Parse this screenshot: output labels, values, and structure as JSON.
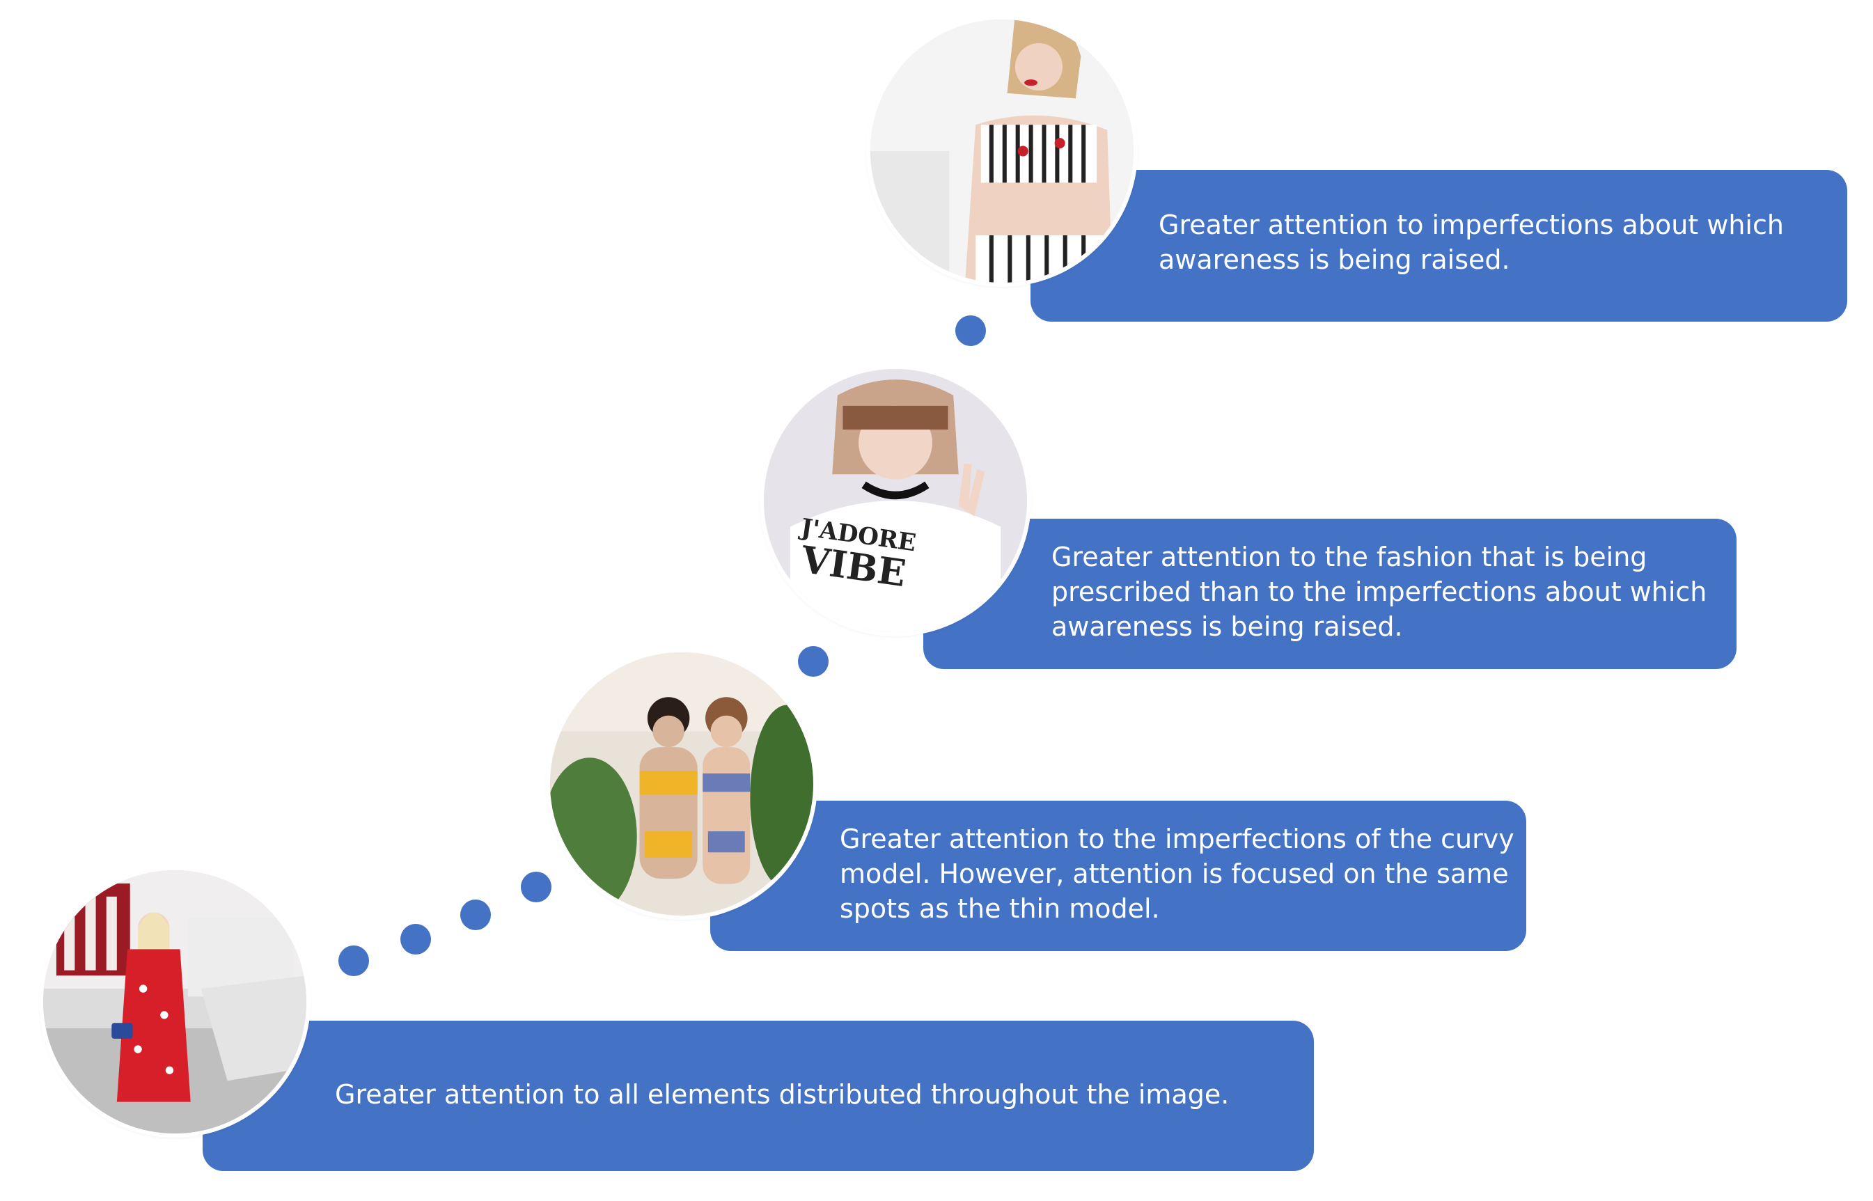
{
  "colors": {
    "card": "#4472c4",
    "dot": "#4472c4",
    "text": "#ffffff",
    "background": "#ffffff"
  },
  "stages": [
    {
      "text_lines": [
        "Greater attention to all elements distributed throughout the image."
      ],
      "photo": "woman-in-red-floral-dress-photo"
    },
    {
      "text_lines": [
        "Greater attention to the imperfections of the curvy",
        "model. However, attention is focused on the same",
        "spots as the thin model."
      ],
      "photo": "two-women-in-bikinis-photo"
    },
    {
      "text_lines": [
        "Greater attention to the fashion that is being",
        "prescribed than to the imperfections about which",
        "awareness is being raised."
      ],
      "photo": "woman-in-jadore-vibe-tshirt-photo",
      "shirt_text_lines": [
        "J'ADORE",
        "VIBE"
      ]
    },
    {
      "text_lines": [
        "Greater attention to imperfections about which",
        "awareness is being raised."
      ],
      "photo": "woman-in-striped-bikini-photo"
    }
  ]
}
